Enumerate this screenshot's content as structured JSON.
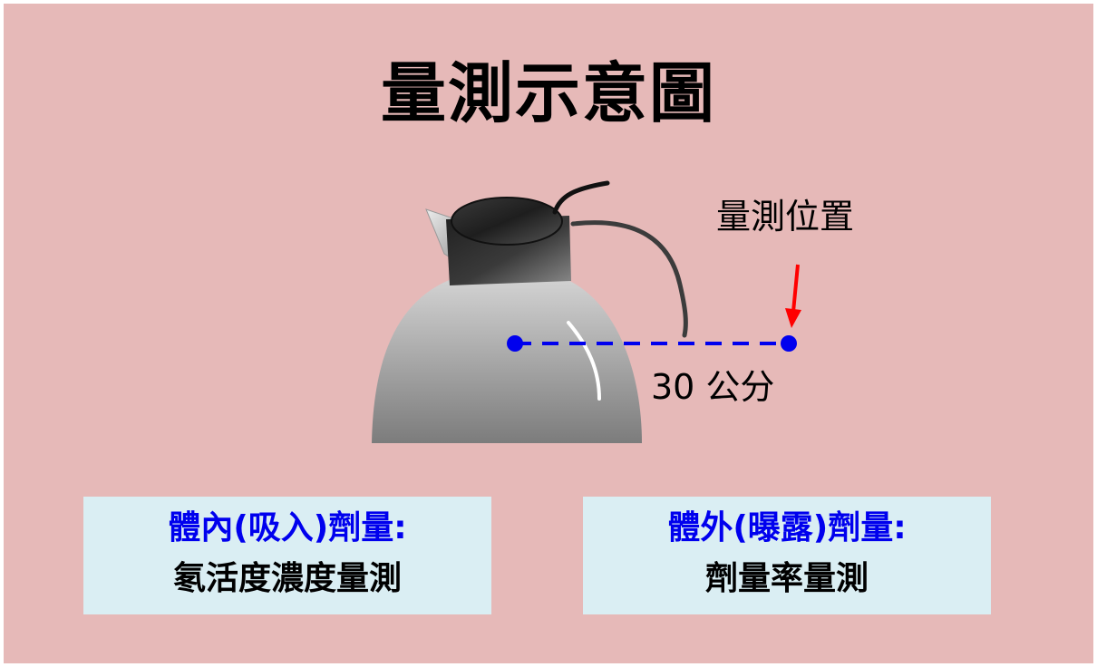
{
  "title": "量測示意圖",
  "measurement_position_label": "量測位置",
  "distance_label": "30 公分",
  "colors": {
    "background": "#e6b9b8",
    "box_background": "#daeef3",
    "dashed_line": "#0000ee",
    "arrow": "#ff0000",
    "heading_text": "#0000ee"
  },
  "icons": [
    "kettle-icon",
    "red-arrow-icon"
  ],
  "internal_dose": {
    "heading": "體內(吸入)劑量:",
    "method": "氡活度濃度量測"
  },
  "external_dose": {
    "heading": "體外(曝露)劑量:",
    "method": "劑量率量測"
  }
}
